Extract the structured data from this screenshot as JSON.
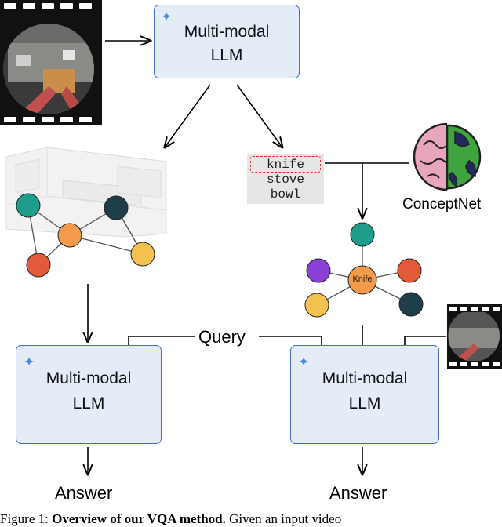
{
  "llm": {
    "top_label": "Multi-modal\nLLM",
    "left_label": "Multi-modal\nLLM",
    "right_label": "Multi-modal\nLLM"
  },
  "objects": [
    "knife",
    "stove",
    "bowl"
  ],
  "conceptnet_label": "ConceptNet",
  "center_node_label": "Knife",
  "query_label": "Query",
  "answer_left": "Answer",
  "answer_right": "Answer",
  "caption": {
    "prefix": "Figure 1: ",
    "bold": "Overview of our VQA method.",
    "rest": " Given an input video"
  },
  "colors": {
    "box_fill": "#e4ecf8",
    "box_border": "#4a6fc1",
    "node_teal": "#1e9e8a",
    "node_dark": "#1f3d48",
    "node_orange": "#f39a4c",
    "node_red": "#e25a3a",
    "node_yellow": "#f2c14e",
    "node_purple": "#8a3fd6",
    "highlight": "#d0312d"
  },
  "icons": [
    "sparkle-icon",
    "brain-globe-icon",
    "video-film-icon"
  ]
}
